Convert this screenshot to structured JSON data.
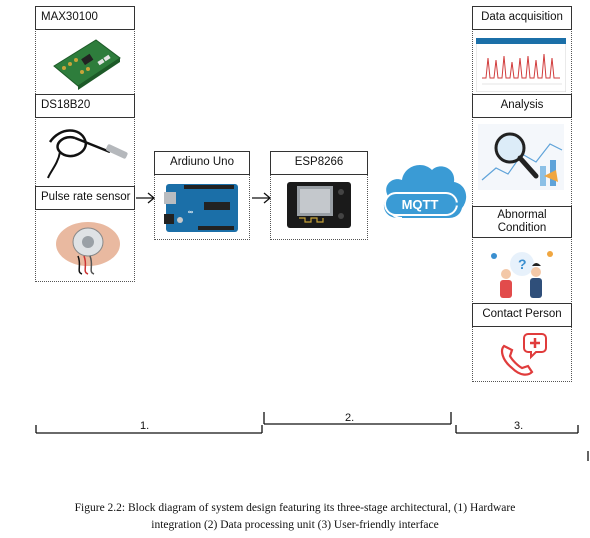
{
  "hardware": {
    "max30100": "MAX30100",
    "ds18b20": "DS18B20",
    "pulse_sensor": "Pulse rate sensor"
  },
  "arduino": "Ardiuno Uno",
  "esp": "ESP8266",
  "mqtt": "MQTT",
  "interface": {
    "data_acquisition": "Data acquisition",
    "analysis": "Analysis",
    "abnormal": "Abnormal Condition",
    "contact": "Contact Person"
  },
  "chart_title": "Patient heart rate monitoring system",
  "stages": {
    "s1": "1.",
    "s2": "2.",
    "s3": "3."
  },
  "caption": {
    "line1": "Figure 2.2: Block diagram of system design featuring its three-stage architectural, (1) Hardware",
    "line2": "integration (2) Data processing unit (3) User-friendly interface"
  },
  "colors": {
    "mqtt_blue": "#3a9bd5",
    "pcb_green": "#2e7d3c",
    "arduino_blue": "#1b6fa8",
    "red": "#e03c3c"
  }
}
